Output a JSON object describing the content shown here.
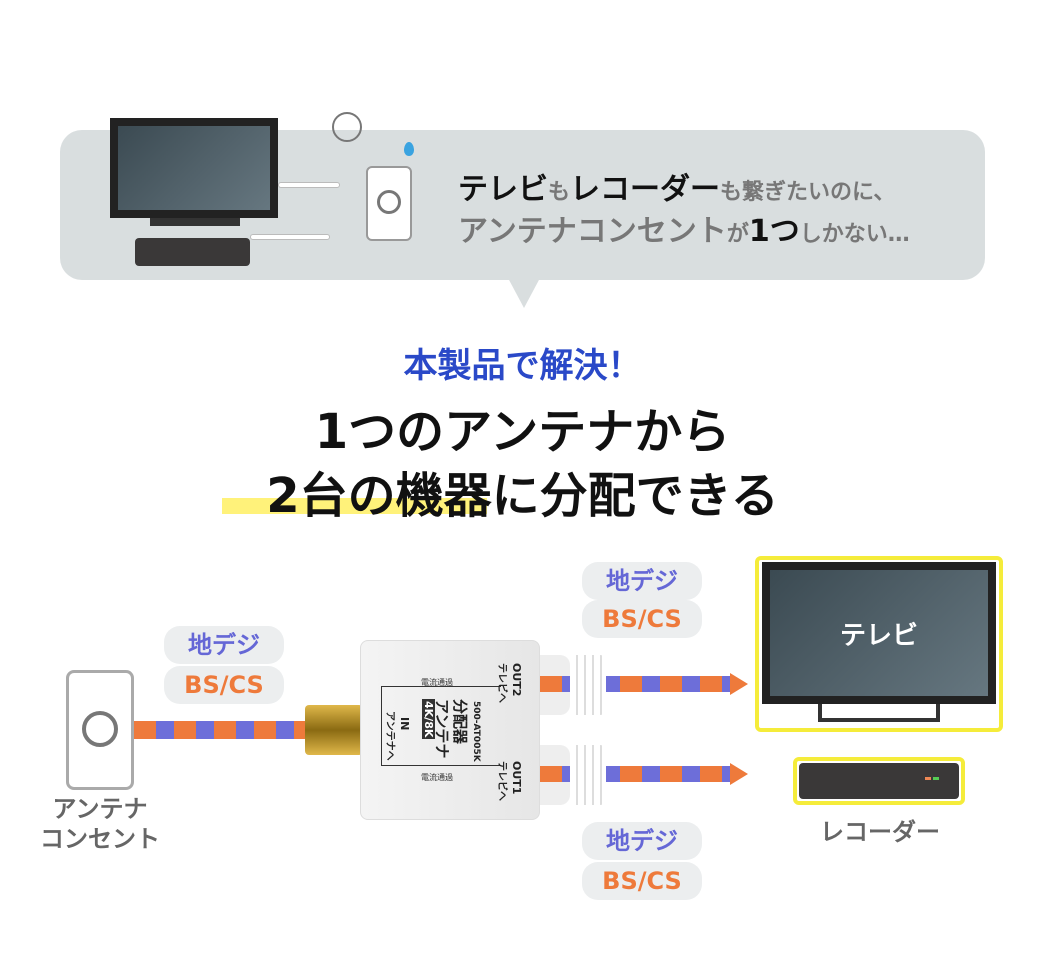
{
  "bubble": {
    "line1": {
      "tv": "テレビ",
      "mo1": "も",
      "recorder": "レコーダー",
      "rest": "も繋ぎたいのに、"
    },
    "line2": {
      "outlet": "アンテナコンセント",
      "ga": "が",
      "one": "1つ",
      "rest": "しかない…"
    }
  },
  "headline": {
    "sub": "本製品で解決！",
    "line1": "1つのアンテナから",
    "line2_highlight": "2台の機器",
    "line2_rest": "に分配できる"
  },
  "diagram": {
    "input_tags": [
      "地デジ",
      "BS/CS"
    ],
    "out2_tags": [
      "地デジ",
      "BS/CS"
    ],
    "out1_tags": [
      "地デジ",
      "BS/CS"
    ],
    "outlet_label": [
      "アンテナ",
      "コンセント"
    ],
    "tv_label": "テレビ",
    "recorder_label": "レコーダー",
    "splitter": {
      "badge": "4K/8K",
      "name1": "アンテナ",
      "name2": "分配器",
      "model": "500-AT005K",
      "in": "IN",
      "in_sub": "アンテナへ",
      "out1": "OUT1",
      "out1_sub": "テレビへ",
      "out2": "OUT2",
      "out2_sub": "テレビへ",
      "pass": "電流通過"
    },
    "colors": {
      "terrestrial": "#6567d6",
      "bscs": "#ee7a3b",
      "accent": "#2a49c8",
      "highlight": "#fff27a",
      "frame": "#f5ec3a"
    }
  }
}
